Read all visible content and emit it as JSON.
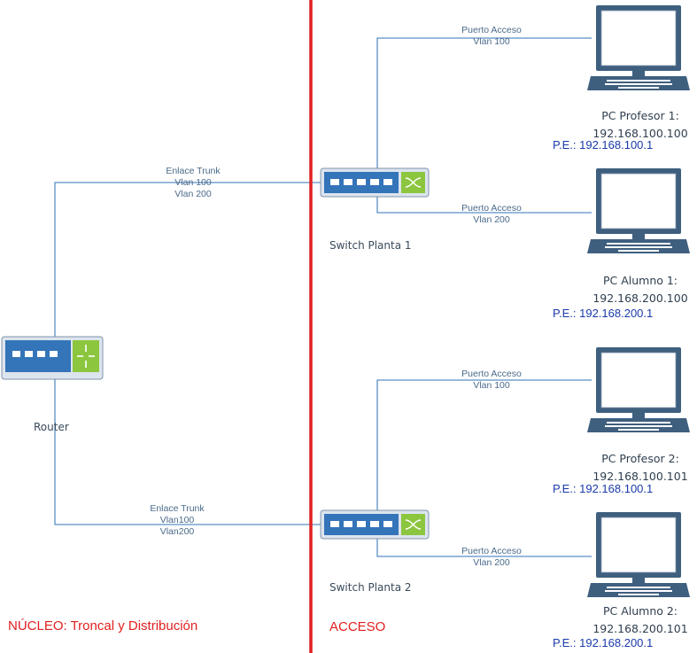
{
  "links": {
    "trunk1": [
      "Enlace Trunk",
      "Vlan 100",
      "Vlan 200"
    ],
    "trunk2": [
      "Enlace Trunk",
      "Vlan100",
      "Vlan200"
    ],
    "access_profesor1": [
      "Puerto Acceso",
      "Vlan 100"
    ],
    "access_alumno1": [
      "Puerto Acceso",
      "Vlan 200"
    ],
    "access_profesor2": [
      "Puerto Acceso",
      "Vlan 100"
    ],
    "access_alumno2": [
      "Puerto Acceso",
      "Vlan 200"
    ]
  },
  "devices": {
    "router": "Router",
    "switch1": "Switch Planta 1",
    "switch2": "Switch Planta 2"
  },
  "pcs": [
    {
      "name": "PC Profesor 1:",
      "ip": "192.168.100.100",
      "gateway": "P.E.: 192.168.100.1"
    },
    {
      "name": "PC Alumno 1:",
      "ip": "192.168.200.100",
      "gateway": "P.E.: 192.168.200.1"
    },
    {
      "name": "PC Profesor 2:",
      "ip": "192.168.100.101",
      "gateway": "P.E.: 192.168.100.1"
    },
    {
      "name": "PC Alumno 2:",
      "ip": "192.168.200.101",
      "gateway": "P.E.: 192.168.200.1"
    }
  ],
  "zones": {
    "core": "NÚCLEO: Troncal y Distribución",
    "access": "ACCESO"
  },
  "colors": {
    "link": "#5b8fc7",
    "divider": "#e02020",
    "device_blue": "#3474b8",
    "device_green": "#8cc63f",
    "monitor": "#3f5f7f"
  }
}
